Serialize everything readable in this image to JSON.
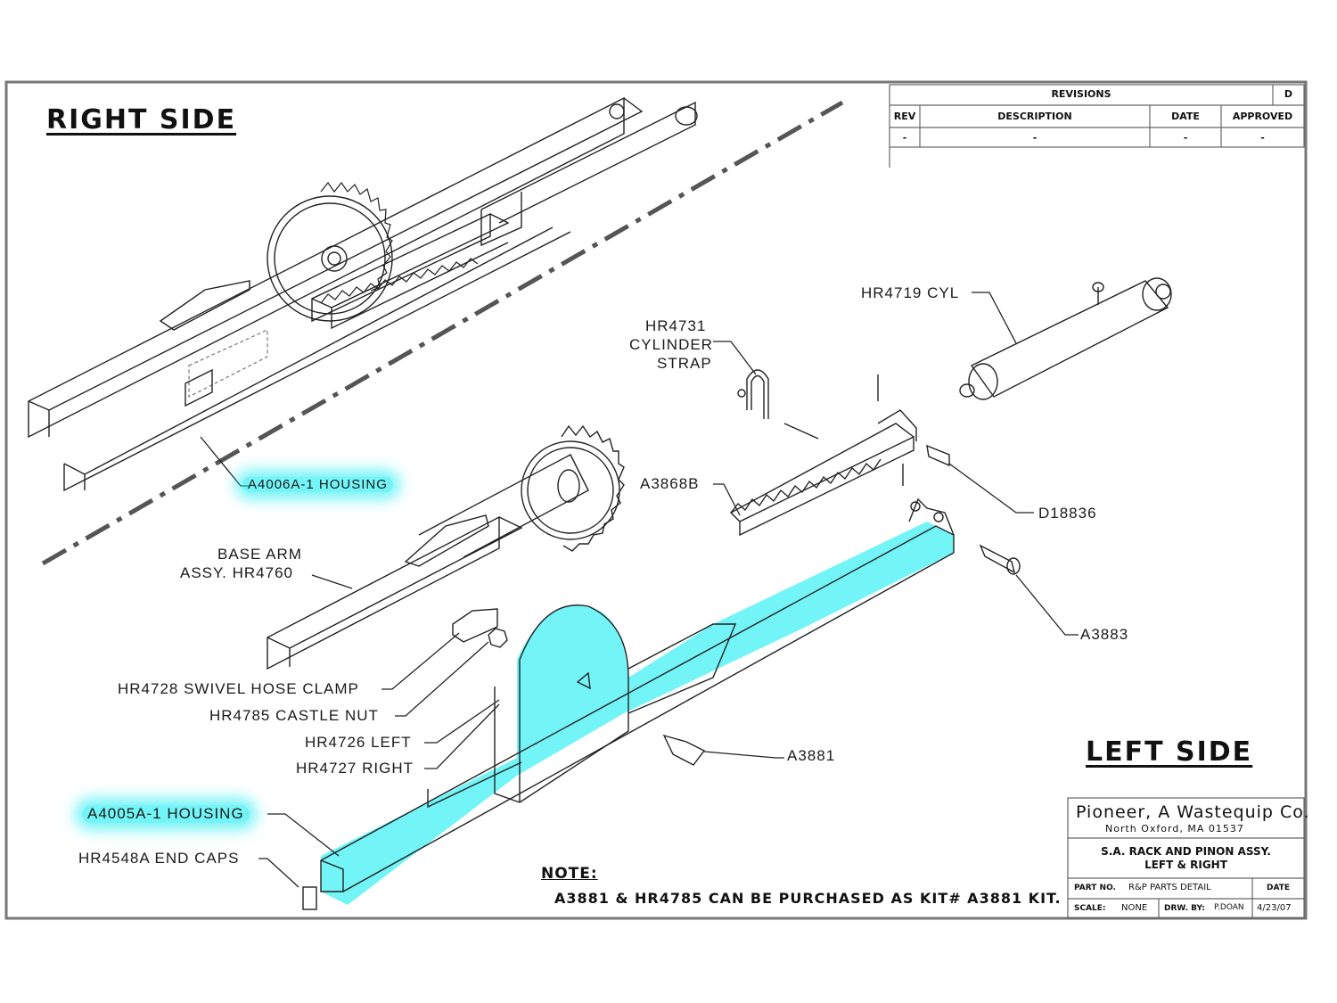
{
  "titles": {
    "right_side": "RIGHT SIDE",
    "left_side": "LEFT SIDE"
  },
  "revisions": {
    "heading": "REVISIONS",
    "sheet_letter": "D",
    "columns": [
      "REV",
      "DESCRIPTION",
      "DATE",
      "APPROVED"
    ],
    "row": [
      "-",
      "-",
      "-",
      "-"
    ]
  },
  "callouts": {
    "a4006": "A4006A-1 HOUSING",
    "hr4719": "HR4719 CYL",
    "hr4731_l1": "HR4731",
    "hr4731_l2": "CYLINDER",
    "hr4731_l3": "STRAP",
    "a3868b": "A3868B",
    "d18836": "D18836",
    "a3883": "A3883",
    "base_arm_l1": "BASE ARM",
    "base_arm_l2": "ASSY. HR4760",
    "hr4728": "HR4728 SWIVEL HOSE CLAMP",
    "hr4785": "HR4785 CASTLE NUT",
    "hr4726": "HR4726 LEFT",
    "hr4727": "HR4727 RIGHT",
    "a3881": "A3881",
    "a4005": "A4005A-1 HOUSING",
    "hr4548a": "HR4548A END CAPS"
  },
  "note": {
    "heading": "NOTE:",
    "text": "A3881 & HR4785 CAN BE PURCHASED AS KIT# A3881 KIT."
  },
  "title_block": {
    "company": "Pioneer, A Wastequip Co.",
    "address": "North Oxford, MA    01537",
    "title_l1": "S.A. RACK AND PINON ASSY.",
    "title_l2": "LEFT & RIGHT",
    "part_no_label": "PART NO.",
    "part_no_value": "R&P PARTS DETAIL",
    "date_label": "DATE",
    "scale_label": "SCALE:",
    "scale_value": "NONE",
    "drawn_label": "DRW. BY:",
    "drawn_value": "P.DOAN",
    "date_value": "4/23/07"
  },
  "colors": {
    "highlight": "#00ebf0",
    "line": "#222222",
    "ghost": "#9a9a9a"
  }
}
